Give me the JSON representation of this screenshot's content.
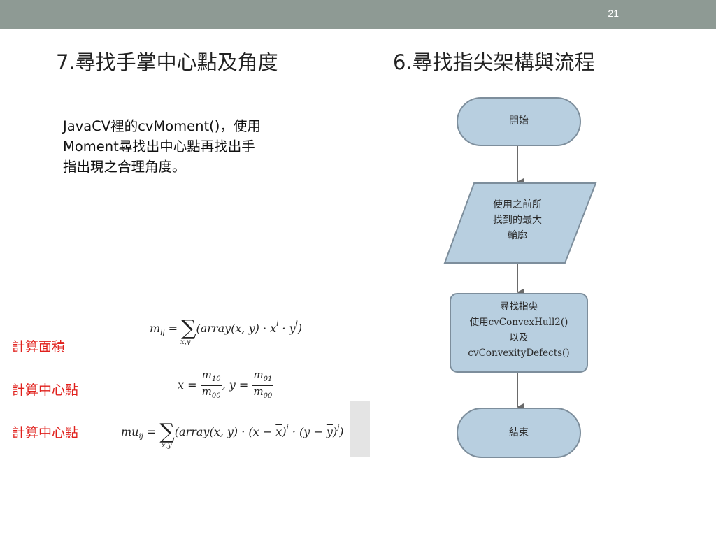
{
  "header": {
    "page_number": "21"
  },
  "left": {
    "title": "7.尋找手掌中心點及角度",
    "description_lines": [
      "JavaCV裡的cvMoment()，使用",
      "Moment尋找出中心點再找出手",
      "指出現之合理角度。"
    ],
    "labels": [
      "計算面積",
      "計算中心點",
      "計算中心點"
    ]
  },
  "right": {
    "title": "6.尋找指尖架構與流程",
    "flowchart": {
      "start": "開始",
      "input_lines": [
        "使用之前所",
        "找到的最大",
        "輪廓"
      ],
      "process_lines": [
        "尋找指尖",
        "使用cvConvexHull2()",
        "以及",
        "cvConvexityDefects()"
      ],
      "end": "結束"
    }
  },
  "colors": {
    "header_bar": "#8e9a94",
    "label_red": "#e0201c",
    "node_fill": "#b8cfe0",
    "node_stroke": "#7d8e9c"
  }
}
